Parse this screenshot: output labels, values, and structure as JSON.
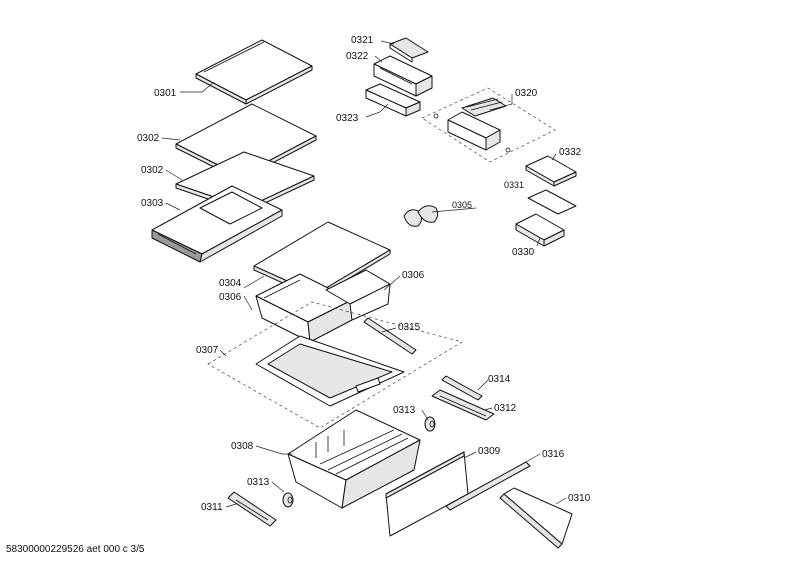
{
  "labels": {
    "l0321": "0321",
    "l0322": "0322",
    "l0323": "0323",
    "l0320": "0320",
    "l0332": "0332",
    "l0331": "0331",
    "l0330": "0330",
    "l0301": "0301",
    "l0302a": "0302",
    "l0302b": "0302",
    "l0303": "0303",
    "l0305": "0305",
    "l0304": "0304",
    "l0306a": "0306",
    "l0306b": "0306",
    "l0315": "0315",
    "l0307": "0307",
    "l0314": "0314",
    "l0313a": "0313",
    "l0312": "0312",
    "l0308": "0308",
    "l0309": "0309",
    "l0316": "0316",
    "l0313b": "0313",
    "l0310": "0310",
    "l0311": "0311"
  },
  "footer": {
    "document_id": "58300000229526 aet 000 c 3/5"
  }
}
